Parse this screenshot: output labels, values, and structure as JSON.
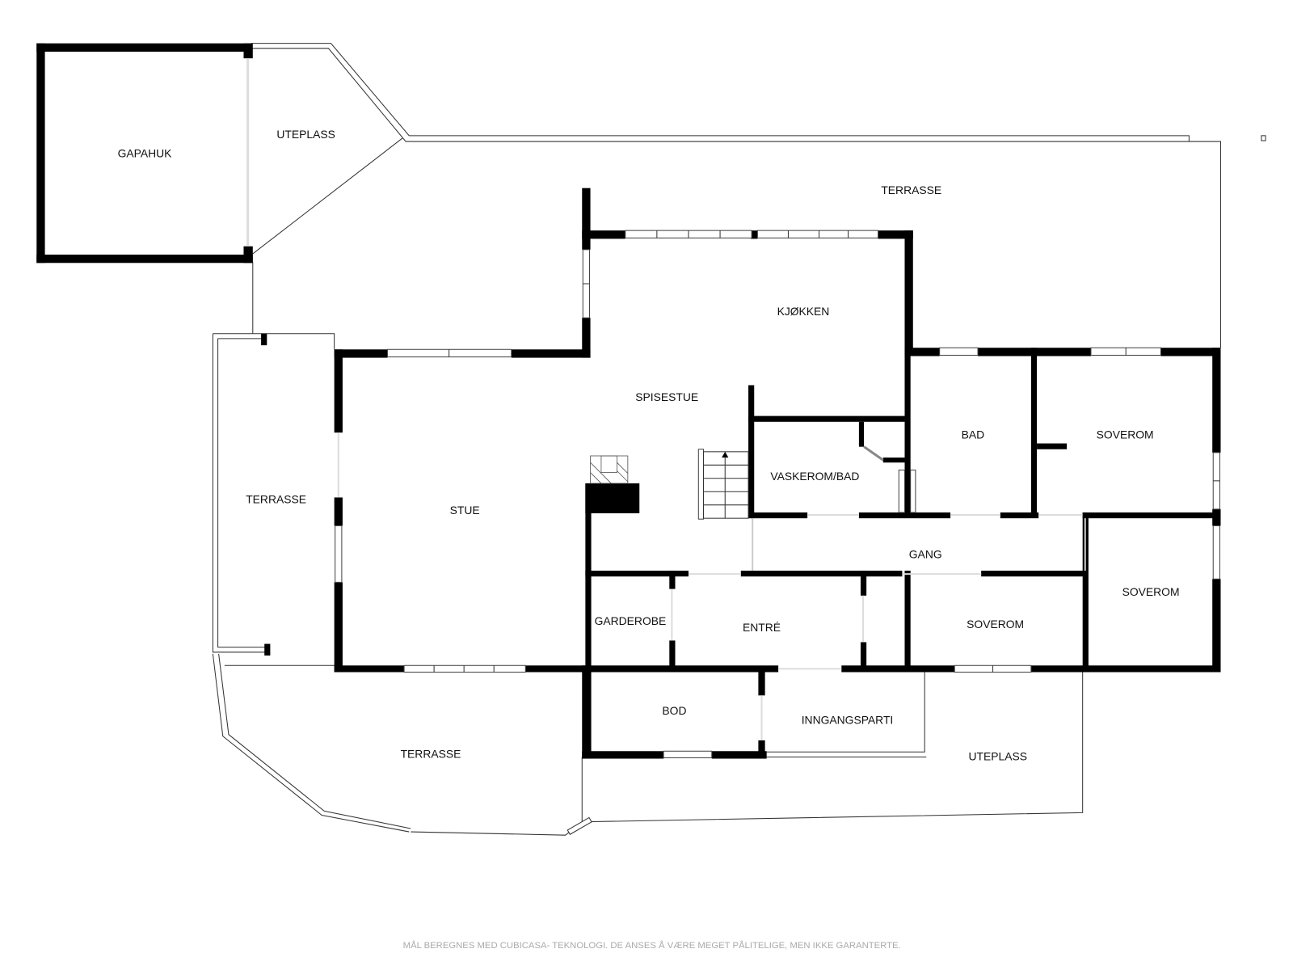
{
  "rooms": {
    "gapahuk": "GAPAHUK",
    "uteplass_top": "UTEPLASS",
    "terrasse_top": "TERRASSE",
    "kjokken": "KJØKKEN",
    "spisestue": "SPISESTUE",
    "terrasse_left": "TERRASSE",
    "stue": "STUE",
    "vaskerom_bad": "VASKEROM/BAD",
    "bad": "BAD",
    "soverom_1": "SOVEROM",
    "gang": "GANG",
    "soverom_2": "SOVEROM",
    "soverom_3": "SOVEROM",
    "garderobe": "GARDEROBE",
    "entre": "ENTRÉ",
    "bod": "BOD",
    "inngangsparti": "INNGANGSPARTI",
    "uteplass_bottom": "UTEPLASS",
    "terrasse_bottom": "TERRASSE"
  },
  "footer": {
    "disclaimer": "MÅL BEREGNES MED CUBICASA- TEKNOLOGI. DE ANSES Å VÆRE MEGET PÅLITELIGE, MEN IKKE GARANTERTE."
  },
  "colors": {
    "wall": "#000000",
    "background": "#ffffff",
    "footer_text": "#aaaaaa"
  }
}
